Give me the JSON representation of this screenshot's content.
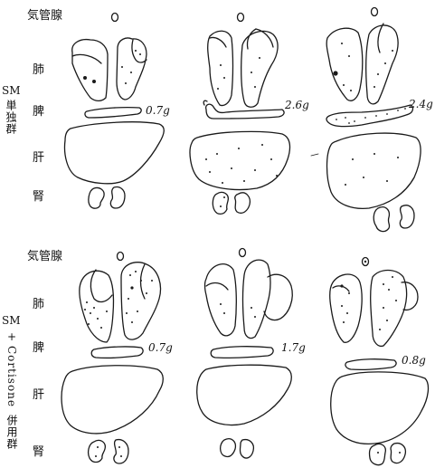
{
  "groups": [
    {
      "group_label_top": "SM",
      "group_label_bottom": "単独群",
      "organs": {
        "trachea_gland": "気管腺",
        "lung": "肺",
        "spleen": "脾",
        "liver": "肝",
        "kidney": "腎"
      },
      "spleen_weights": [
        "0.7g",
        "2.6g",
        "2.4g"
      ]
    },
    {
      "group_label_top": "SM",
      "group_label_plus": "+",
      "group_label_rotated": "Cortisone",
      "group_label_bottom": "併用群",
      "organs": {
        "trachea_gland": "気管腺",
        "lung": "肺",
        "spleen": "脾",
        "liver": "肝",
        "kidney": "腎"
      },
      "spleen_weights": [
        "0.7g",
        "1.7g",
        "0.8g"
      ]
    }
  ]
}
